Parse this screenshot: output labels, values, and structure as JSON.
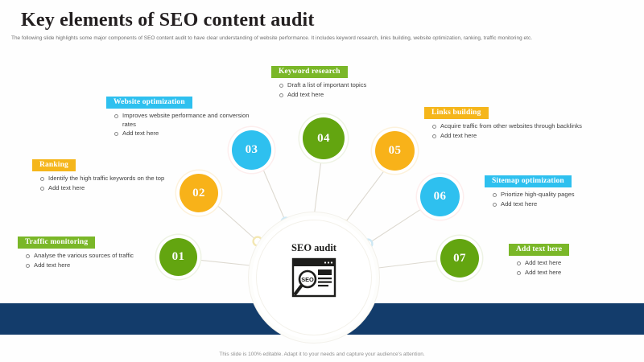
{
  "slide": {
    "title": "Key elements of SEO content audit",
    "subtitle": "The following slide highlights some major components of SEO content audit to have clear understanding of website performance. It includes keyword research, links building, website optimization, ranking, traffic monitoring etc.",
    "footer": "This slide is 100% editable. Adapt it to your needs and capture your audience's attention.",
    "band_color": "#133c6b"
  },
  "hub": {
    "label": "SEO audit",
    "icon": "seo-browser-magnifier-icon",
    "icon_text": "SEO"
  },
  "palette": {
    "green": "#63a510",
    "green_head": "#7ab728",
    "amber": "#f8b219",
    "amber_head": "#f5b61b",
    "cyan": "#2ec0ef",
    "cyan_head": "#2ec0ef",
    "navy": "#133c6b"
  },
  "nodes": [
    {
      "num": "01",
      "color": "green",
      "title": "Traffic monitoring",
      "bullets": [
        "Analyse the various sources of traffic",
        "Add text here"
      ]
    },
    {
      "num": "02",
      "color": "amber",
      "title": "Ranking",
      "bullets": [
        "Identify the high traffic keywords on the top",
        "Add text here"
      ]
    },
    {
      "num": "03",
      "color": "cyan",
      "title": "Website optimization",
      "bullets": [
        "Improves website performance and conversion rates",
        "Add text here"
      ]
    },
    {
      "num": "04",
      "color": "green",
      "title": "Keyword research",
      "bullets": [
        "Draft a list of important topics",
        "Add text here"
      ]
    },
    {
      "num": "05",
      "color": "amber",
      "title": "Links building",
      "bullets": [
        "Acquire traffic from other websites through backlinks",
        "Add text here"
      ]
    },
    {
      "num": "06",
      "color": "cyan",
      "title": "Sitemap optimization",
      "bullets": [
        "Priortize high-quality pages",
        "Add text here"
      ]
    },
    {
      "num": "07",
      "color": "green",
      "title": "Add text here",
      "bullets": [
        "Add text here",
        "Add text here"
      ]
    }
  ]
}
